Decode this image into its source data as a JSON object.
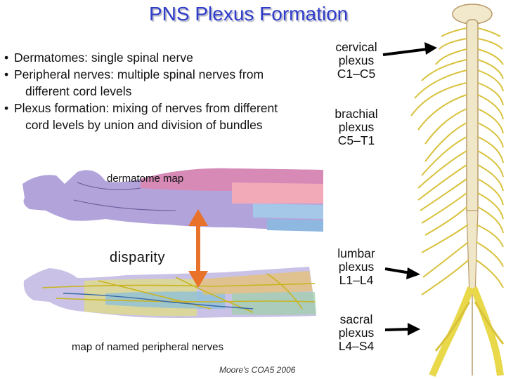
{
  "title": "PNS Plexus Formation",
  "bullets": [
    {
      "line1": "Dermatomes: single spinal nerve",
      "line2": ""
    },
    {
      "line1": "Peripheral nerves: multiple spinal nerves from",
      "line2": "different cord levels"
    },
    {
      "line1": "Plexus formation: mixing of nerves from different",
      "line2": "cord levels by union and division of bundles"
    }
  ],
  "plexuses": [
    {
      "name": "cervical",
      "word": "plexus",
      "range": "C1–C5"
    },
    {
      "name": "brachial",
      "word": "plexus",
      "range": "C5–T1"
    },
    {
      "name": "lumbar",
      "word": "plexus",
      "range": "L1–L4"
    },
    {
      "name": "sacral",
      "word": "plexus",
      "range": "L4–S4"
    }
  ],
  "labels": {
    "dermatome_map": "dermatome map",
    "disparity": "disparity",
    "nerve_map": "map of named peripheral nerves",
    "credit": "Moore's COA5 2006"
  },
  "colors": {
    "title": "#2e3cc9",
    "arrow_double": "#e8722a",
    "nerve_yellow": "#e8d84a",
    "spinal_cord": "#f0e6c8"
  }
}
